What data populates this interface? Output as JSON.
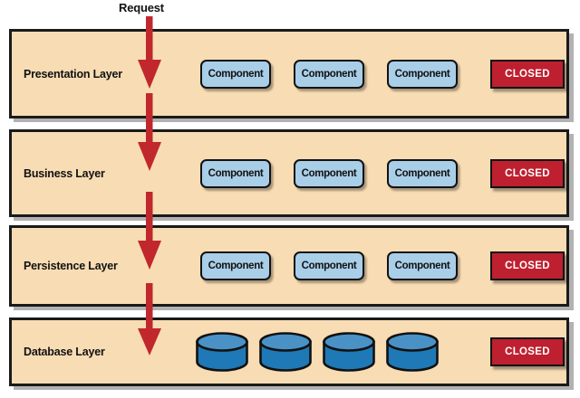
{
  "diagram": {
    "title_caption": "Request",
    "background_color": "#ffffff",
    "layer_fill": "#F8DCB4",
    "layer_border": "#1a1a1a",
    "component_fill": "#A9CEE8",
    "closed_fill": "#BE2030",
    "closed_text_color": "#ffffff",
    "arrow_color": "#C0282D",
    "cylinder_top_color": "#4A92C6",
    "cylinder_body_color": "#1E79B6",
    "layers": [
      {
        "label": "Presentation Layer",
        "status": "CLOSED",
        "node_type": "component",
        "nodes": [
          {
            "label": "Component"
          },
          {
            "label": "Component"
          },
          {
            "label": "Component"
          }
        ]
      },
      {
        "label": "Business Layer",
        "status": "CLOSED",
        "node_type": "component",
        "nodes": [
          {
            "label": "Component"
          },
          {
            "label": "Component"
          },
          {
            "label": "Component"
          }
        ]
      },
      {
        "label": "Persistence Layer",
        "status": "CLOSED",
        "node_type": "component",
        "nodes": [
          {
            "label": "Component"
          },
          {
            "label": "Component"
          },
          {
            "label": "Component"
          }
        ]
      },
      {
        "label": "Database Layer",
        "status": "CLOSED",
        "node_type": "cylinder",
        "nodes": [
          {
            "label": ""
          },
          {
            "label": ""
          },
          {
            "label": ""
          },
          {
            "label": ""
          }
        ]
      }
    ],
    "arrows": [
      {
        "name": "request-arrow-into-presentation"
      },
      {
        "name": "arrow-presentation-to-business"
      },
      {
        "name": "arrow-business-to-persistence"
      },
      {
        "name": "arrow-persistence-to-database"
      }
    ]
  }
}
